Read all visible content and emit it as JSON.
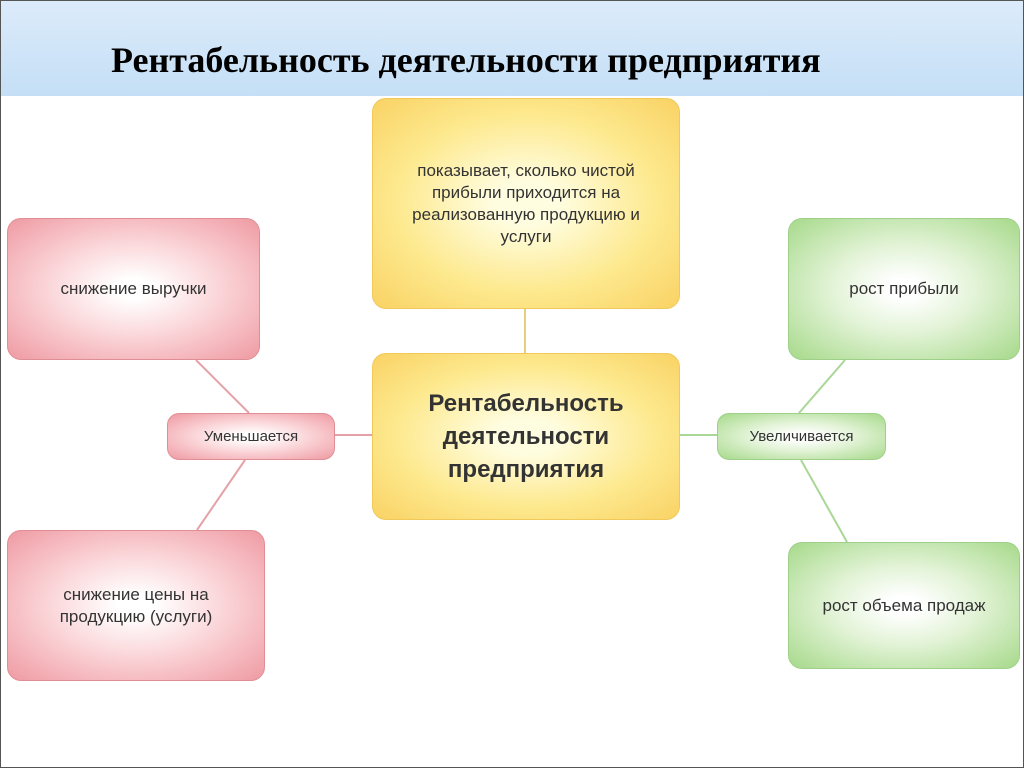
{
  "slide": {
    "title": "Рентабельность деятельности предприятия"
  },
  "diagram": {
    "center": "Рентабельность деятельности предприятия",
    "top": "показывает, сколько чистой прибыли приходится на реализованную продукцию и услуги",
    "left": {
      "hub": "Уменьшается",
      "items": [
        "снижение выручки",
        "снижение цены на продукцию (услуги)"
      ]
    },
    "right": {
      "hub": "Увеличивается",
      "items": [
        "рост прибыли",
        "рост объема продаж"
      ]
    }
  },
  "colors": {
    "red_fill": "#ef9aa2",
    "green_fill": "#a6d98a",
    "yellow_fill": "#f9d264",
    "red_line": "#e4a2a8",
    "green_line": "#a9d796",
    "yellow_line": "#e6cf7e"
  }
}
